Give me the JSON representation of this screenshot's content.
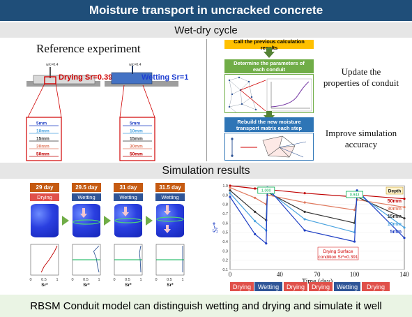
{
  "title": "Moisture transport in uncracked concrete",
  "section1": "Wet-dry cycle",
  "section2": "Simulation results",
  "bottom": "RBSM Conduit model can distinguish wetting and drying and simulate it well",
  "reference": {
    "title": "Reference experiment",
    "drying": "Drying Sr=0.391",
    "wetting": "Wetting Sr=1",
    "wc": "w/c=0.4",
    "depths": [
      "5mm",
      "10mm",
      "15mm",
      "30mm",
      "50mm"
    ],
    "depth_colors": [
      "#1f3fc4",
      "#4aa3df",
      "#333333",
      "#e07a5f",
      "#c00000"
    ]
  },
  "flow": {
    "step1": "Call the previous calculation results",
    "step2": "Determine the parameters of each conduit",
    "step3": "Rebuild the new moisture transport matrix each step",
    "note1": "Update the properties of conduit",
    "note2": "Improve simulation accuracy"
  },
  "sim": {
    "days": [
      "29 day",
      "29.5 day",
      "31 day",
      "31.5 day"
    ],
    "states": [
      "Drying",
      "Wetting",
      "Wetting",
      "Wetting"
    ],
    "state_colors": [
      "#e0504a",
      "#2f5597",
      "#2f5597",
      "#2f5597"
    ],
    "profile_xlabel": "Sr*",
    "profile_ticks": [
      "0",
      "0.5",
      "1"
    ]
  },
  "chart_data": {
    "type": "line",
    "title": "",
    "xlabel": "Time (day)",
    "ylabel": "Sr*",
    "xlim": [
      0,
      140
    ],
    "ylim": [
      0.1,
      1.0
    ],
    "x_ticks": [
      0,
      40,
      70,
      100,
      140
    ],
    "y_ticks": [
      1.0,
      0.9,
      0.8,
      0.7,
      0.6,
      0.5,
      0.4,
      0.3,
      0.2,
      0.1
    ],
    "legend_title": "Depth",
    "annotation_drying": "Drying Surface condition Sr*=0.391",
    "annot_1": "1.000",
    "annot_2": "0.943",
    "phases": [
      "Drying",
      "Wetting",
      "Drying",
      "Drying",
      "Wetting",
      "Drying"
    ],
    "series": [
      {
        "name": "50mm",
        "color": "#c00000",
        "x": [
          0,
          20,
          29,
          30,
          60,
          100,
          102,
          140
        ],
        "y": [
          1.0,
          0.97,
          0.95,
          0.96,
          0.92,
          0.88,
          0.9,
          0.86
        ]
      },
      {
        "name": "30mm",
        "color": "#e07a5f",
        "x": [
          0,
          20,
          29,
          30,
          60,
          100,
          102,
          140
        ],
        "y": [
          0.98,
          0.87,
          0.8,
          0.9,
          0.82,
          0.74,
          0.85,
          0.77
        ]
      },
      {
        "name": "15mm",
        "color": "#333333",
        "x": [
          0,
          20,
          29,
          30,
          60,
          100,
          102,
          140
        ],
        "y": [
          0.95,
          0.72,
          0.63,
          0.93,
          0.72,
          0.6,
          0.88,
          0.65
        ]
      },
      {
        "name": "10mm",
        "color": "#4aa3df",
        "x": [
          0,
          20,
          29,
          30,
          60,
          100,
          102,
          140
        ],
        "y": [
          0.92,
          0.62,
          0.52,
          0.95,
          0.64,
          0.5,
          0.92,
          0.55
        ]
      },
      {
        "name": "5mm",
        "color": "#1f3fc4",
        "x": [
          0,
          20,
          29,
          30,
          60,
          100,
          102,
          140
        ],
        "y": [
          0.88,
          0.48,
          0.38,
          0.98,
          0.52,
          0.4,
          0.95,
          0.44
        ]
      }
    ]
  }
}
